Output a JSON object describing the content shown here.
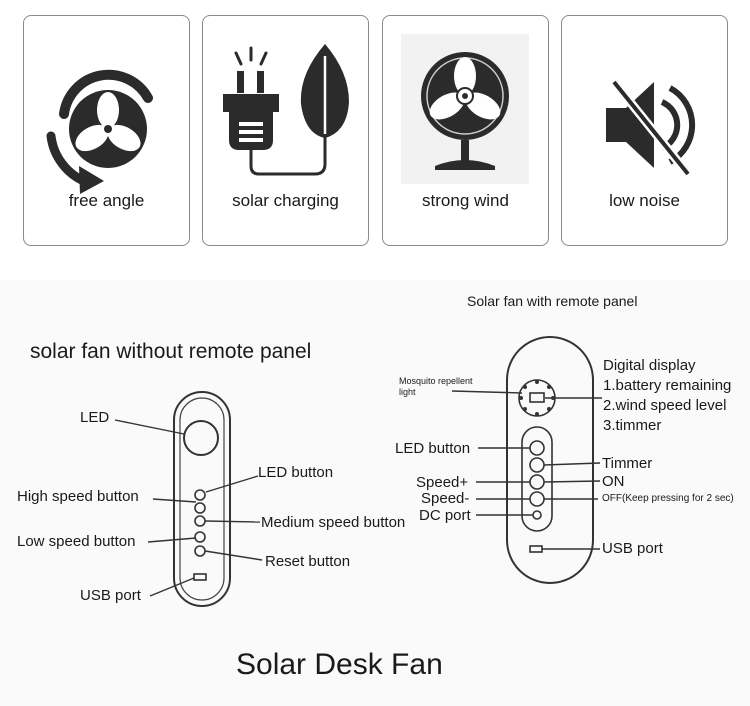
{
  "features": [
    {
      "label": "free angle",
      "icon": "rotating-fan-icon"
    },
    {
      "label": "solar charging",
      "icon": "plug-leaf-icon"
    },
    {
      "label": "strong wind",
      "icon": "desk-fan-icon"
    },
    {
      "label": "low noise",
      "icon": "muted-speaker-icon"
    }
  ],
  "left_panel": {
    "title": "solar fan without remote panel",
    "labels": {
      "led": "LED",
      "led_button": "LED button",
      "high_speed": "High speed button",
      "medium_speed": "Medium speed button",
      "low_speed": "Low speed button",
      "reset": "Reset button",
      "usb": "USB port"
    }
  },
  "right_panel": {
    "title": "Solar fan with remote panel",
    "labels": {
      "mosquito": "Mosquito repellent",
      "mosquito_2": "light",
      "display": "Digital display",
      "display_1": "1.battery remaining",
      "display_2": "2.wind speed level",
      "display_3": "3.timmer",
      "led_button": "LED button",
      "timmer": "Timmer",
      "speed_plus": "Speed+",
      "on": "ON",
      "speed_minus": "Speed-",
      "off": "OFF(Keep pressing for 2 sec)",
      "dc": "DC port",
      "usb": "USB port"
    }
  },
  "footer": {
    "title": "Solar Desk Fan"
  }
}
